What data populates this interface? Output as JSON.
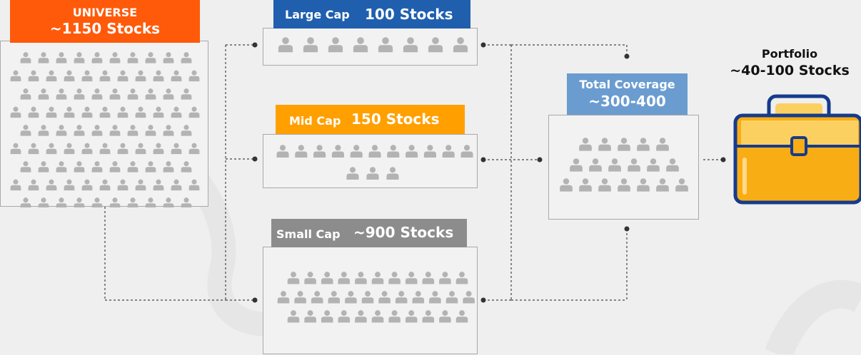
{
  "colors": {
    "universe": "#ff5a0a",
    "large_cap": "#1f5fae",
    "mid_cap": "#ffa000",
    "small_cap": "#8c8c8c",
    "total": "#6a9cd0",
    "person": "#b3b3b3",
    "bag_body": "#f9ad14",
    "bag_outline": "#153b8c"
  },
  "universe": {
    "label": "UNIVERSE",
    "count": "~1150 Stocks"
  },
  "large_cap": {
    "label": "Large Cap",
    "count": "100 Stocks"
  },
  "mid_cap": {
    "label": "Mid Cap",
    "count": "150 Stocks"
  },
  "small_cap": {
    "label": "Small Cap",
    "count": "~900 Stocks"
  },
  "total_coverage": {
    "label": "Total Coverage",
    "count": "~300-400"
  },
  "portfolio": {
    "label": "Portfolio",
    "count": "~40-100 Stocks",
    "icon": "briefcase-icon"
  }
}
